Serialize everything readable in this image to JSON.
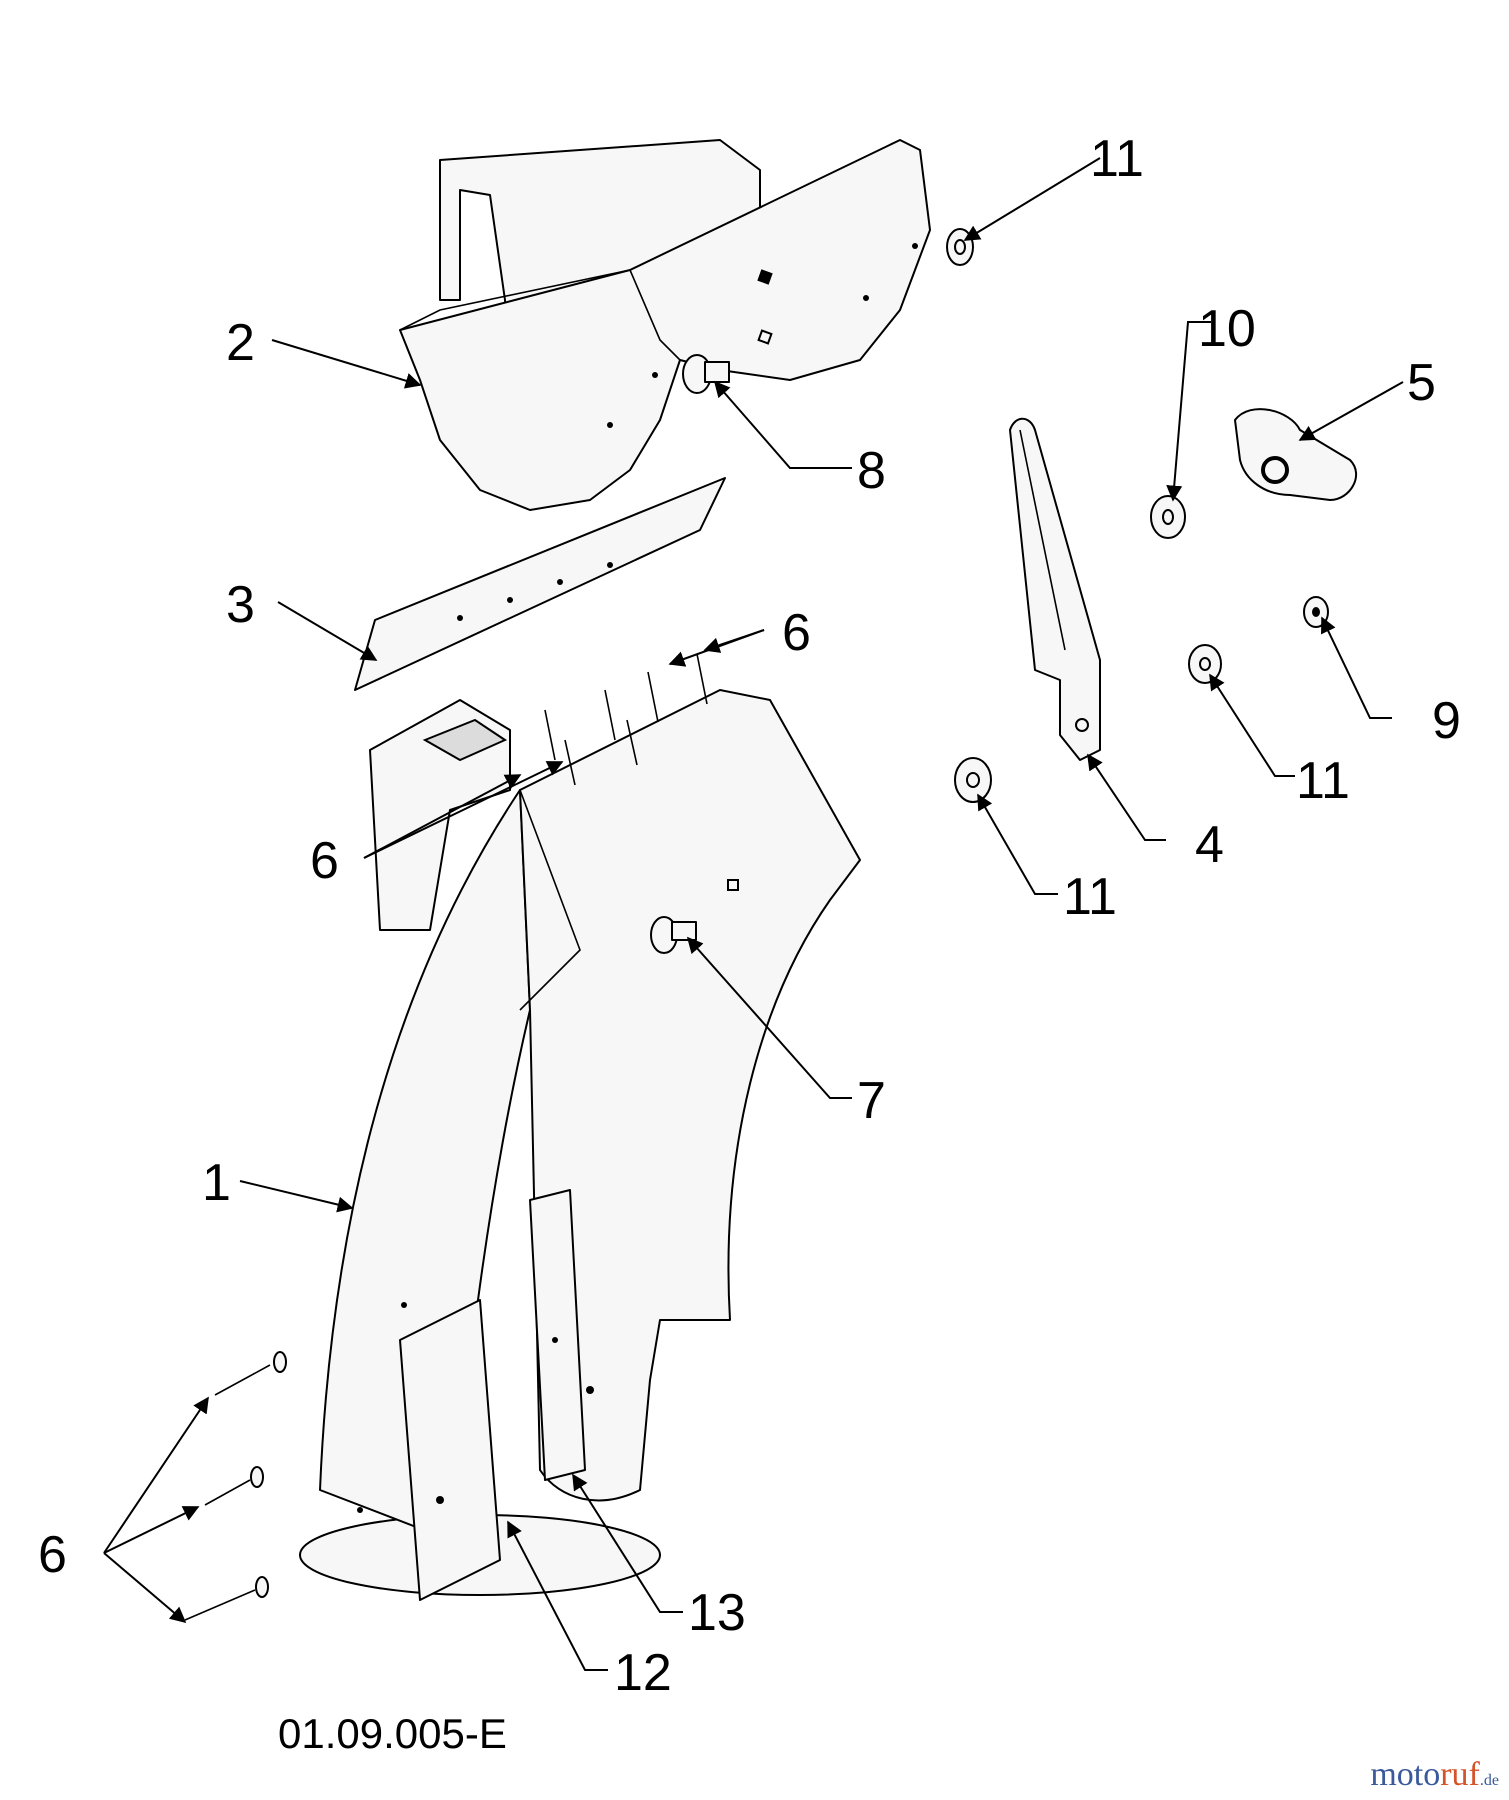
{
  "callouts": {
    "c1": "1",
    "c2": "2",
    "c3": "3",
    "c4": "4",
    "c5": "5",
    "c6a": "6",
    "c6b": "6",
    "c6c": "6",
    "c7": "7",
    "c8": "8",
    "c9": "9",
    "c10": "10",
    "c11a": "11",
    "c11b": "11",
    "c11c": "11",
    "c12": "12",
    "c13": "13"
  },
  "drawing_code": "01.09.005-E",
  "watermark": {
    "part1": "moto",
    "part2": "ruf",
    "part3": ".de"
  },
  "colors": {
    "watermark_blue": "#3a5a9b",
    "watermark_orange": "#d4542a"
  }
}
